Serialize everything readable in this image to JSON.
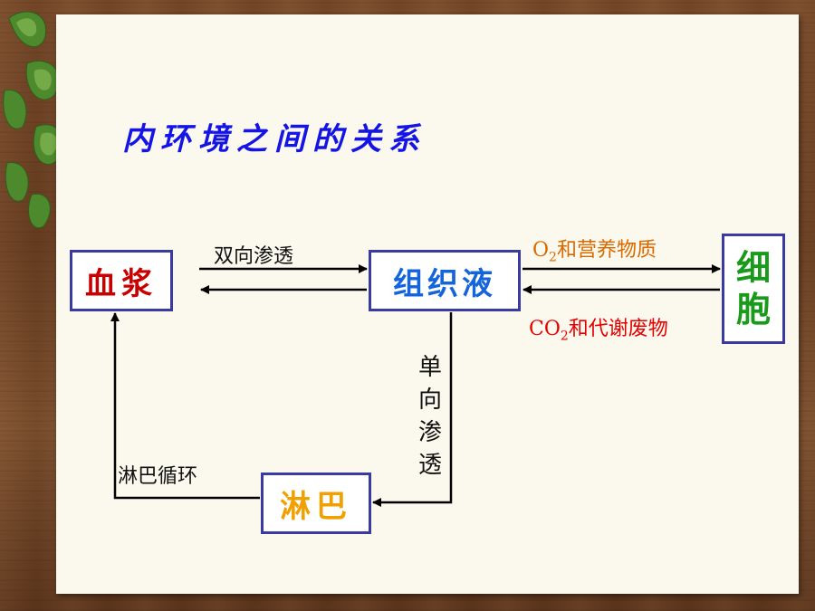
{
  "title": "内环境之间的关系",
  "nodes": {
    "plasma": "血浆",
    "tissue_fluid": "组织液",
    "lymph": "淋巴",
    "cell_top": "细",
    "cell_bottom": "胞"
  },
  "edges": {
    "bidirectional": "双向渗透",
    "unidirectional": [
      "单",
      "向",
      "渗",
      "透"
    ],
    "lymph_circulation": "淋巴循环",
    "to_cell_prefix": "O",
    "to_cell_sub": "2",
    "to_cell_suffix": "和营养物质",
    "from_cell_prefix": "CO",
    "from_cell_sub": "2",
    "from_cell_suffix": "和代谢废物"
  },
  "colors": {
    "title": "#1414e6",
    "plasma": "#c80000",
    "tissue_fluid": "#1464dc",
    "lymph": "#f0a000",
    "cell": "#1a9a1a",
    "to_cell_label": "#d86a00",
    "from_cell_label": "#e60000",
    "box_border": "#3a3aa0"
  },
  "icons": [
    "ivy-leaves-decoration",
    "arrow-right",
    "arrow-left",
    "arrow-up"
  ]
}
